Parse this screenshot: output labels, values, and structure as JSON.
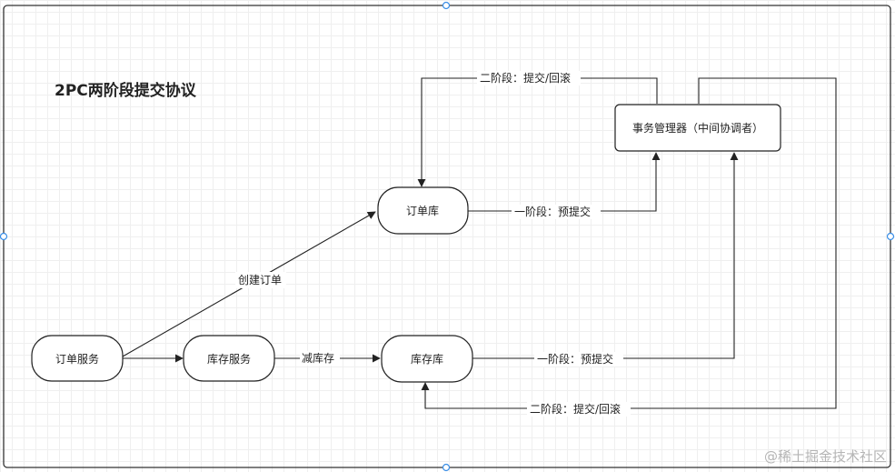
{
  "title": "2PC两阶段提交协议",
  "nodes": {
    "order_service": "订单服务",
    "stock_service": "库存服务",
    "order_db": "订单库",
    "stock_db": "库存库",
    "tx_manager": "事务管理器（中间协调者）"
  },
  "edges": {
    "create_order": "创建订单",
    "reduce_stock": "减库存",
    "order_phase1": "一阶段：预提交",
    "stock_phase1": "一阶段：预提交",
    "order_phase2": "二阶段：提交/回滚",
    "stock_phase2": "二阶段：提交/回滚"
  },
  "watermark": "@稀土掘金技术社区",
  "colors": {
    "stroke": "#222222",
    "frame": "#333333",
    "handle": "#3a8ee6",
    "grid": "#efefef"
  }
}
